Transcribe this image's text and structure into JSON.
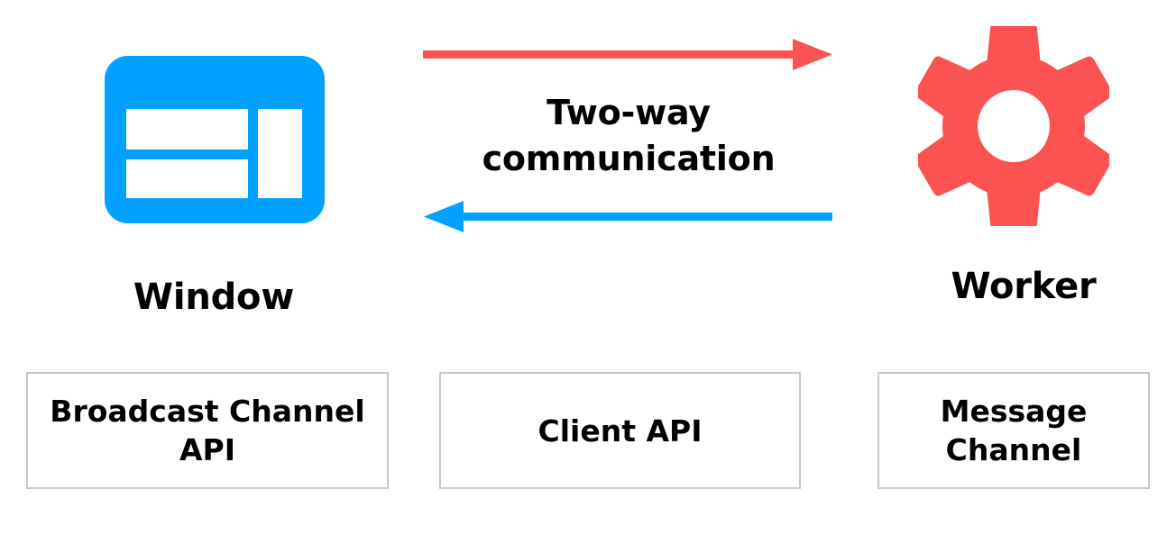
{
  "diagram": {
    "title_caption": {
      "lines": [
        "Two-way",
        "communication"
      ]
    },
    "nodes": [
      {
        "id": "window",
        "label": "Window",
        "icon": "browser-window-icon",
        "color": "#03a1ff"
      },
      {
        "id": "worker",
        "label": "Worker",
        "icon": "gear-icon",
        "color": "#ff5252"
      }
    ],
    "arrows": [
      {
        "id": "window-to-worker",
        "direction": "right",
        "color": "#fb5252",
        "from": "Window",
        "to": "Worker"
      },
      {
        "id": "worker-to-window",
        "direction": "left",
        "color": "#03a1ff",
        "from": "Worker",
        "to": "Window"
      }
    ],
    "api_boxes": [
      {
        "id": "broadcast-channel-api",
        "lines": [
          "Broadcast Channel",
          "API"
        ]
      },
      {
        "id": "client-api",
        "lines": [
          "Client API"
        ]
      },
      {
        "id": "message-channel",
        "lines": [
          "Message",
          "Channel"
        ]
      }
    ],
    "colors": {
      "blue": "#03a1ff",
      "red": "#fb5252",
      "box_border": "#c9c9c9",
      "text": "#000000",
      "background": "#ffffff"
    }
  }
}
